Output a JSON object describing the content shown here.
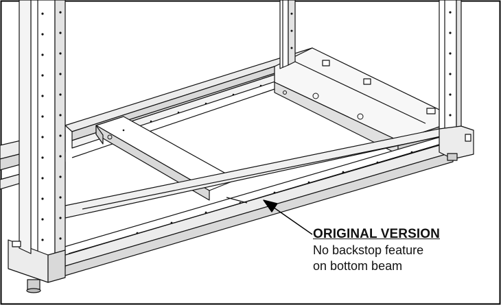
{
  "figure": {
    "border_color": "#000000",
    "line_color": "#111111",
    "shade_color": "#d9d9d9",
    "light_shade": "#ececec"
  },
  "callout": {
    "title": "ORIGINAL VERSION",
    "lines": [
      "No backstop feature",
      "on bottom beam"
    ],
    "arrow_icon": "callout-arrow"
  }
}
